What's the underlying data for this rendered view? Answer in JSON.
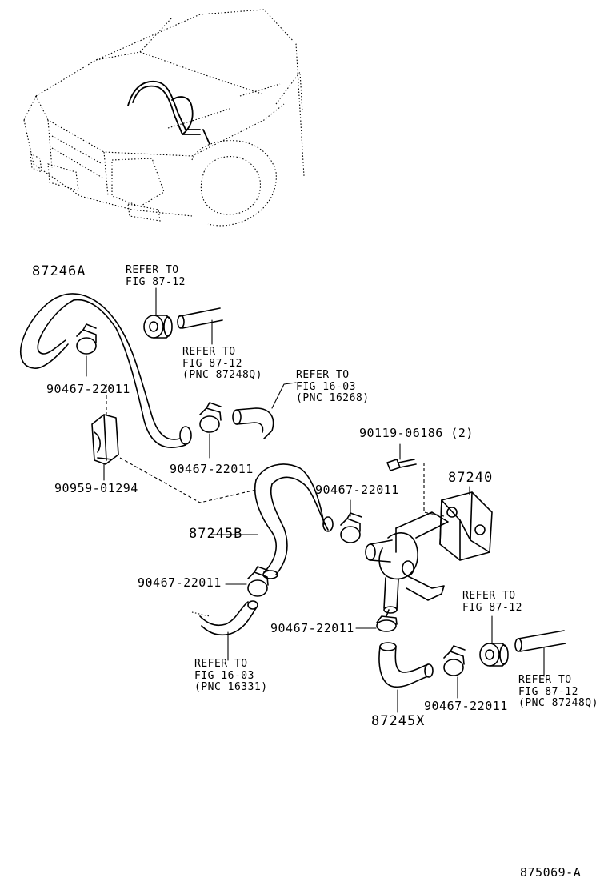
{
  "parts": {
    "hose_a": "87246A",
    "hose_b": "87245B",
    "hose_x": "87245X",
    "bracket": "87240",
    "clamp_1": "90467-22011",
    "clamp_2": "90467-22011",
    "clamp_3": "90467-22011",
    "clamp_4": "90467-22011",
    "clamp_5": "90467-22011",
    "clamp_6": "90467-22011",
    "holder": "90959-01294",
    "bolt": "90119-06186 (2)"
  },
  "refs": {
    "ref_1": "REFER TO\nFIG 87-12",
    "ref_2": "REFER TO\nFIG 87-12\n(PNC 87248Q)",
    "ref_3": "REFER TO\nFIG 16-03\n(PNC 16268)",
    "ref_4": "REFER TO\nFIG 87-12",
    "ref_5": "REFER TO\nFIG 16-03\n(PNC 16331)",
    "ref_6": "REFER TO\nFIG 87-12\n(PNC 87248Q)"
  },
  "figure_id": "875069-A"
}
